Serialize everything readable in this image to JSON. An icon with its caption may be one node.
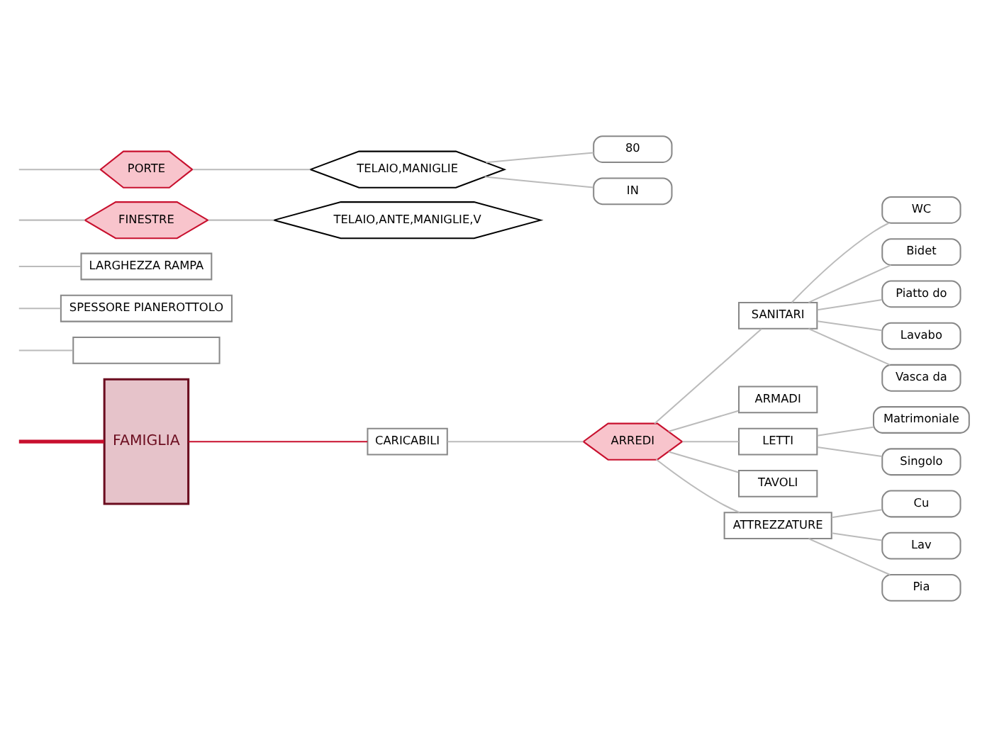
{
  "diagram": {
    "nodes": [
      {
        "text": [
          "FAMIGLIA"
        ]
      },
      {
        "text": [],
        "shape": "box"
      },
      {
        "text": [
          "SPESSORE PIANEROTTOLO"
        ]
      },
      {
        "text": [
          "LARGHEZZA RAMPA"
        ]
      },
      {
        "text": [
          "FINESTRE"
        ]
      },
      {
        "text": [
          "TELAIO,ANTE,MANIGLIE,V"
        ]
      },
      {
        "text": [
          "PORTE"
        ]
      },
      {
        "text": [
          "TELAIO,MANIGLIE"
        ]
      },
      {
        "text": [
          "80"
        ]
      },
      {
        "text": [
          "IN"
        ]
      },
      {
        "text": [
          "CARICABILI"
        ]
      },
      {
        "text": [
          "ARREDI"
        ]
      },
      {
        "text": [
          "SANITARI"
        ]
      },
      {
        "text": [
          "WC"
        ]
      },
      {
        "text": [
          "Bidet"
        ]
      },
      {
        "text": [
          "Piatto do"
        ]
      },
      {
        "text": [
          "Lavabo"
        ]
      },
      {
        "text": [
          "Vasca da"
        ]
      },
      {
        "text": [
          "ARMADI"
        ]
      },
      {
        "text": [
          "LETTI"
        ]
      },
      {
        "text": [
          "Matrimoniale"
        ]
      },
      {
        "text": [
          "Singolo"
        ]
      },
      {
        "text": [
          "TAVOLI"
        ]
      },
      {
        "text": [
          "ATTREZZATURE"
        ]
      },
      {
        "text": [
          "Cu"
        ]
      },
      {
        "text": [
          "Lav"
        ]
      },
      {
        "text": [
          "Pia"
        ]
      }
    ],
    "edges": [
      {
        "from": null,
        "to": 0,
        "arrow": "none",
        "style": "thick",
        "color": "#c8102e"
      },
      {
        "from": 0,
        "to": 10,
        "arrow": "none",
        "color": "#c8102e"
      },
      {
        "from": null,
        "to": 1,
        "arrow": "none"
      },
      {
        "from": null,
        "to": 2,
        "arrow": "none"
      },
      {
        "from": null,
        "to": 3,
        "arrow": "none"
      },
      {
        "from": null,
        "to": 4,
        "arrow": "none"
      },
      {
        "from": null,
        "to": 6,
        "arrow": "none"
      },
      {
        "from": 4,
        "to": 5,
        "arrow": "none"
      },
      {
        "from": 6,
        "to": 7,
        "arrow": "none"
      },
      {
        "from": 7,
        "to": 8,
        "arrow": "none"
      },
      {
        "from": 7,
        "to": 9,
        "arrow": "none"
      },
      {
        "from": 10,
        "to": 11,
        "arrow": "none"
      },
      {
        "from": 11,
        "to": 12,
        "arrow": "none"
      },
      {
        "from": 11,
        "to": 18,
        "arrow": "none"
      },
      {
        "from": 11,
        "to": 19,
        "arrow": "none"
      },
      {
        "from": 11,
        "to": 22,
        "arrow": "none"
      },
      {
        "from": 11,
        "to": 23,
        "arrow": "none"
      },
      {
        "from": 12,
        "to": 13,
        "arrow": "none"
      },
      {
        "from": 12,
        "to": 14,
        "arrow": "none"
      },
      {
        "from": 12,
        "to": 15,
        "arrow": "none"
      },
      {
        "from": 12,
        "to": 16,
        "arrow": "none"
      },
      {
        "from": 12,
        "to": 17,
        "arrow": "none"
      },
      {
        "from": 19,
        "to": 20,
        "arrow": "none"
      },
      {
        "from": 19,
        "to": 21,
        "arrow": "none"
      },
      {
        "from": 23,
        "to": 24,
        "arrow": "none"
      },
      {
        "from": 23,
        "to": 25,
        "arrow": "none"
      },
      {
        "from": 23,
        "to": 26,
        "arrow": "none"
      }
    ]
  }
}
